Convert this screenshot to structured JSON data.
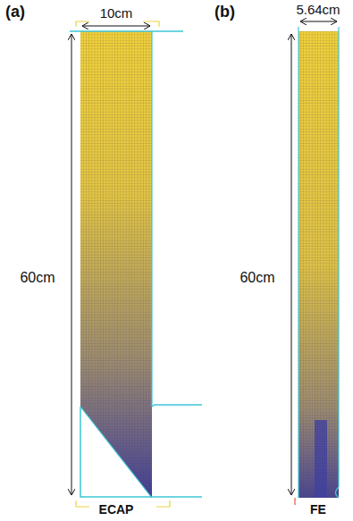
{
  "diagram": {
    "labels": [
      "(a)",
      "10cm",
      "(b)",
      "5.64cm",
      "60cm",
      "60cm",
      "ECAP",
      "FE"
    ]
  }
}
